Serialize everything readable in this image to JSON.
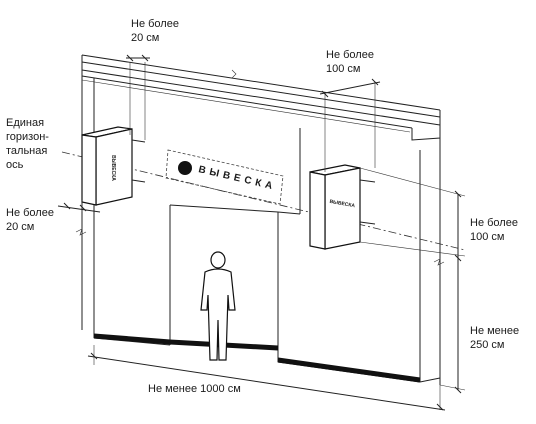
{
  "labels": {
    "top_left_limit": [
      "Не более",
      "20 см"
    ],
    "top_right_limit": [
      "Не более",
      "100 см"
    ],
    "axis_note": [
      "Единая",
      "горизон-",
      "тальная",
      "ось"
    ],
    "left_depth_limit": [
      "Не более",
      "20 см"
    ],
    "right_height_limit": [
      "Не более",
      "100 см"
    ],
    "min_height": [
      "Не менее",
      "250 см"
    ],
    "min_length": "Не менее 1000 см"
  },
  "signs": {
    "main_sign": "ВЫВЕСКА",
    "left_bracket_sign": "ВЫВЕСКА",
    "right_bracket_sign": "ВЫВЕСКА"
  }
}
